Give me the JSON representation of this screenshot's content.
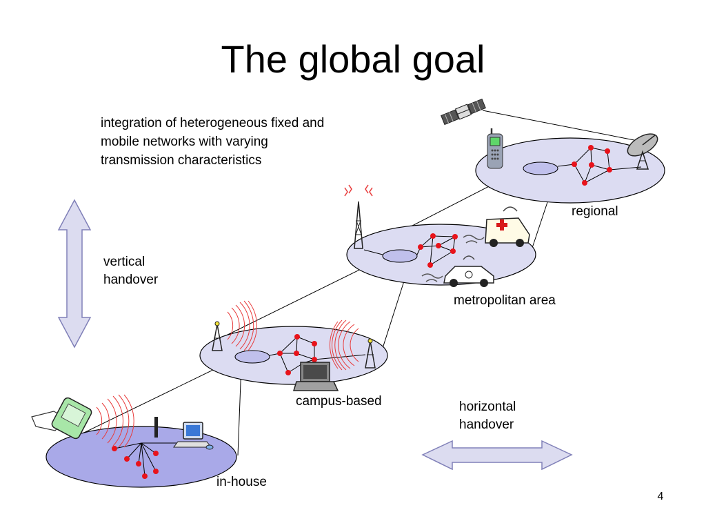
{
  "slide": {
    "title": "The global goal",
    "intro_lines": [
      "integration of heterogeneous fixed and",
      "mobile networks with varying",
      "transmission characteristics"
    ],
    "page_number": "4"
  },
  "labels": {
    "vertical_handover": [
      "vertical",
      "handover"
    ],
    "horizontal_handover": [
      "horizontal",
      "handover"
    ],
    "regional": "regional",
    "metropolitan": "metropolitan area",
    "campus": "campus-based",
    "in_house": "in-house"
  },
  "colors": {
    "node": "#e8131b",
    "area_fill": "#dcdcf2",
    "in_house_fill": "#a9a9e8",
    "arrow_fill": "#dcdcf0",
    "arrow_stroke": "#8080b8",
    "wave": "#e83a3a"
  },
  "icons": [
    "satellite-icon",
    "cell-phone-icon",
    "satellite-dish-icon",
    "radio-tower-icon",
    "ambulance-icon",
    "police-car-icon",
    "laptop-icon",
    "pda-icon",
    "desktop-computer-icon",
    "wireless-access-point-icon"
  ]
}
